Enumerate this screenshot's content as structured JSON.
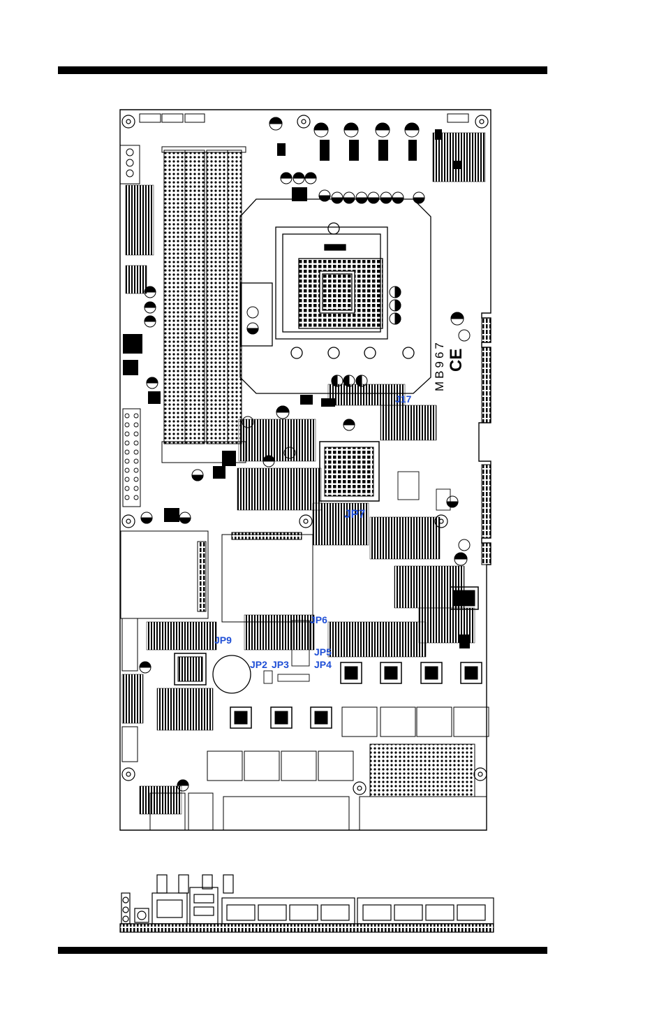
{
  "board": {
    "model": "MB967",
    "ce_mark": "CE"
  },
  "jumpers": {
    "j17": "J17",
    "jp7": "JP7",
    "jp6": "JP6",
    "jp9": "JP9",
    "jp5": "JP5",
    "jp2": "JP2",
    "jp3": "JP3",
    "jp4": "JP4"
  },
  "colors": {
    "label": "#1f4fd6",
    "ink": "#000000"
  }
}
